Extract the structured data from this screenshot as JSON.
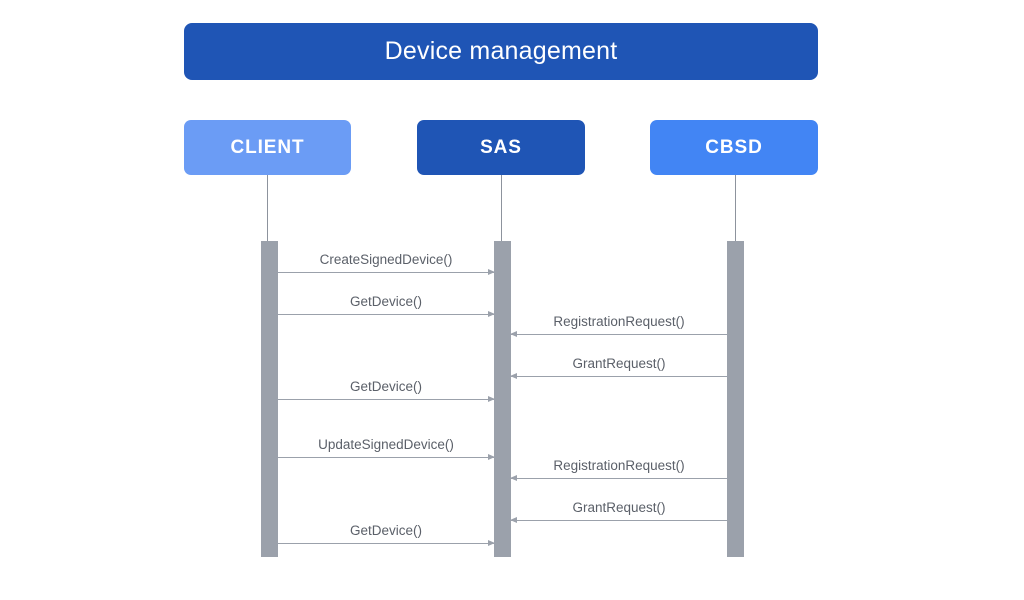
{
  "diagram": {
    "title": "Device management",
    "type": "sequence-diagram",
    "colors": {
      "title_bar": "#1f55b5",
      "client_box": "#6b9cf5",
      "sas_box": "#1f55b5",
      "cbsd_box": "#4285f4",
      "activation_bar": "#9ba1ab",
      "message_line": "#9ba1ab",
      "label_text": "#5b6069",
      "background": "#ffffff"
    },
    "participants": [
      {
        "id": "client",
        "label": "CLIENT",
        "color": "#6b9cf5"
      },
      {
        "id": "sas",
        "label": "SAS",
        "color": "#1f55b5"
      },
      {
        "id": "cbsd",
        "label": "CBSD",
        "color": "#4285f4"
      }
    ],
    "messages": [
      {
        "index": 1,
        "label": "CreateSignedDevice()",
        "from": "client",
        "to": "sas",
        "direction": "right"
      },
      {
        "index": 2,
        "label": "GetDevice()",
        "from": "client",
        "to": "sas",
        "direction": "right"
      },
      {
        "index": 3,
        "label": "RegistrationRequest()",
        "from": "cbsd",
        "to": "sas",
        "direction": "left"
      },
      {
        "index": 4,
        "label": "GrantRequest()",
        "from": "cbsd",
        "to": "sas",
        "direction": "left"
      },
      {
        "index": 5,
        "label": "GetDevice()",
        "from": "client",
        "to": "sas",
        "direction": "right"
      },
      {
        "index": 6,
        "label": "UpdateSignedDevice()",
        "from": "client",
        "to": "sas",
        "direction": "right"
      },
      {
        "index": 7,
        "label": "RegistrationRequest()",
        "from": "cbsd",
        "to": "sas",
        "direction": "left"
      },
      {
        "index": 8,
        "label": "GrantRequest()",
        "from": "cbsd",
        "to": "sas",
        "direction": "left"
      },
      {
        "index": 9,
        "label": "GetDevice()",
        "from": "client",
        "to": "sas",
        "direction": "right"
      }
    ]
  }
}
